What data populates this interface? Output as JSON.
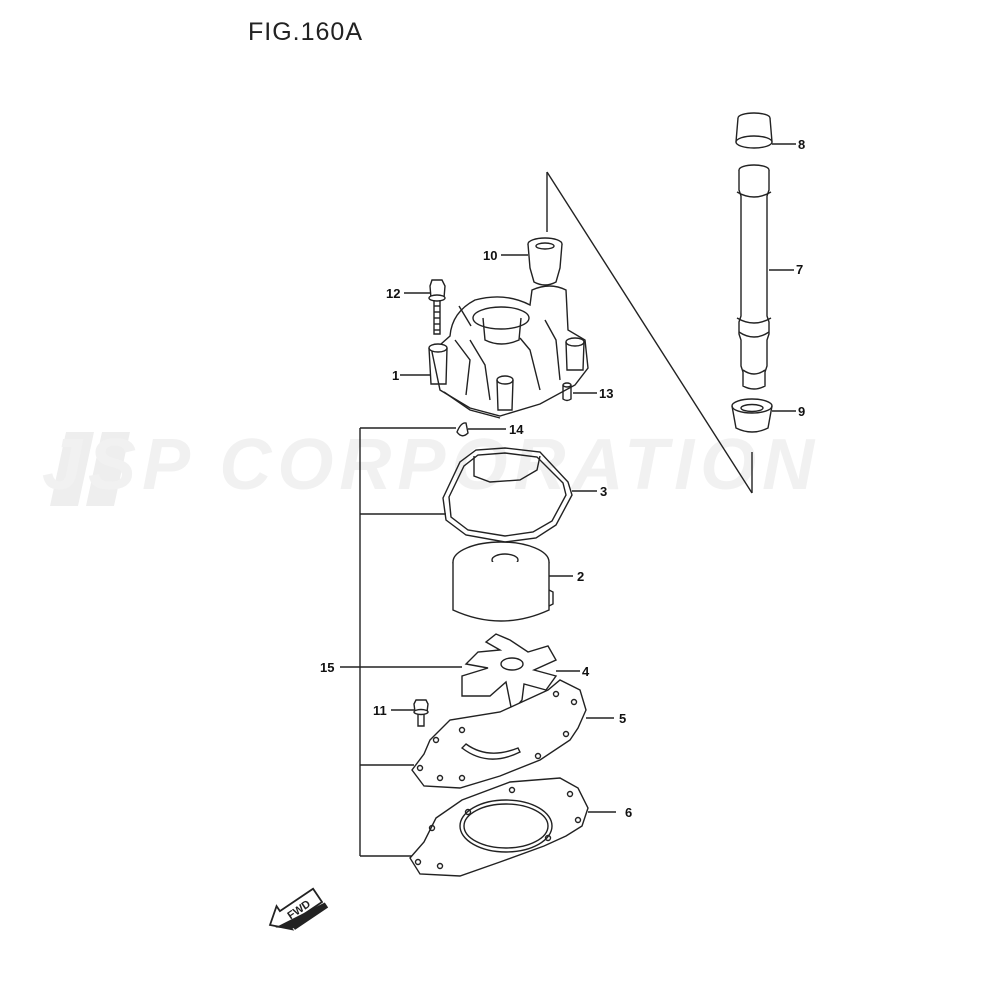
{
  "figure": {
    "title": "FIG.160A"
  },
  "watermark": {
    "text": "JSP CORPORATION"
  },
  "fwd_label": "FWD",
  "callouts": {
    "p1": "1",
    "p2": "2",
    "p3": "3",
    "p4": "4",
    "p5": "5",
    "p6": "6",
    "p7": "7",
    "p8": "8",
    "p9": "9",
    "p10": "10",
    "p11": "11",
    "p12": "12",
    "p13": "13",
    "p14": "14",
    "p15": "15"
  }
}
